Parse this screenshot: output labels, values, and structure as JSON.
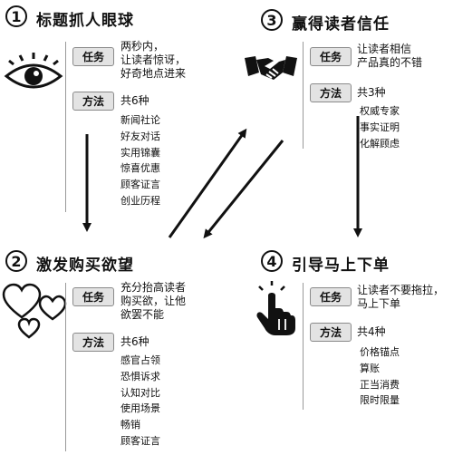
{
  "sections": [
    {
      "num": "1",
      "title": "标题抓人眼球",
      "task_label": "任务",
      "task_text": "两秒内，\n让读者惊讶，\n好奇地点进来",
      "method_label": "方法",
      "method_count": "共6种",
      "methods": [
        "新闻社论",
        "好友对话",
        "实用锦囊",
        "惊喜优惠",
        "顾客证言",
        "创业历程"
      ],
      "icon": "eye-icon"
    },
    {
      "num": "2",
      "title": "激发购买欲望",
      "task_label": "任务",
      "task_text": "充分抬高读者\n购买欲，让他\n欲罢不能",
      "method_label": "方法",
      "method_count": "共6种",
      "methods": [
        "感官占领",
        "恐惧诉求",
        "认知对比",
        "使用场景",
        "畅销",
        "顾客证言"
      ],
      "icon": "hearts-icon"
    },
    {
      "num": "3",
      "title": "赢得读者信任",
      "task_label": "任务",
      "task_text": "让读者相信\n产品真的不错",
      "method_label": "方法",
      "method_count": "共3种",
      "methods": [
        "权威专家",
        "事实证明",
        "化解顾虑"
      ],
      "icon": "handshake-icon"
    },
    {
      "num": "4",
      "title": "引导马上下单",
      "task_label": "任务",
      "task_text": "让读者不要拖拉，\n马上下单",
      "method_label": "方法",
      "method_count": "共4种",
      "methods": [
        "价格锚点",
        "算账",
        "正当消费",
        "限时限量"
      ],
      "icon": "tap-hand-icon"
    }
  ],
  "colors": {
    "ink": "#111111",
    "pill_bg": "#e3e3e3",
    "bracket": "#999999"
  }
}
